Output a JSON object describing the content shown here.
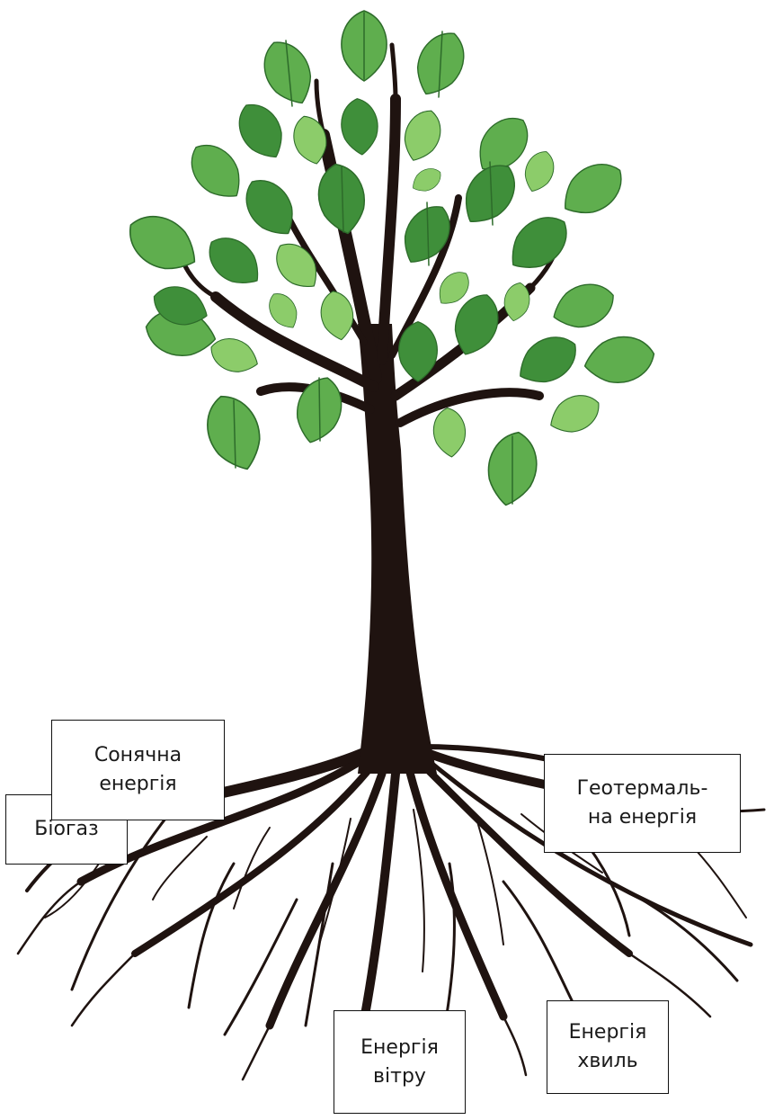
{
  "diagram": {
    "colors": {
      "trunk": "#1f1310",
      "leaf_dark": "#3f8f3a",
      "leaf_mid": "#5fae4e",
      "leaf_light": "#8ccc6a",
      "leaf_vein": "#2d6b2a",
      "box_border": "#111111",
      "text": "#1a1a1a"
    },
    "labels": {
      "biogas": "Біогаз",
      "geothermal": "Геотермаль-\nна енергія",
      "solar": "Сонячна\nенергія",
      "wind": "Енергія\nвітру",
      "waves": "Енергія\nхвиль"
    }
  }
}
